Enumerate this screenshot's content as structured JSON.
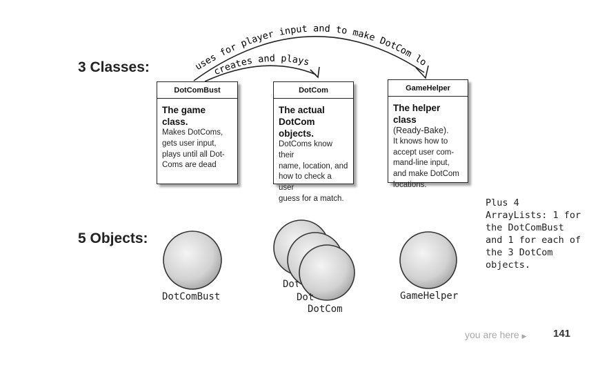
{
  "sections": {
    "classes_label": "3 Classes:",
    "objects_label": "5 Objects:"
  },
  "arrows": {
    "outer_label": "uses for player input and to make DotCom locations",
    "inner_label": "creates and plays with"
  },
  "classes": [
    {
      "title": "DotComBust",
      "headline": "The game class.",
      "lines": [
        "Makes DotComs,",
        "gets  user input,",
        "plays until all Dot-",
        "Coms are dead"
      ]
    },
    {
      "title": "DotCom",
      "headline": "The actual DotCom objects.",
      "headline_lines": [
        "The actual",
        "DotCom objects."
      ],
      "lines": [
        "DotComs know their",
        "name, location, and",
        "how to check a user",
        "guess for a match."
      ]
    },
    {
      "title": "GameHelper",
      "headline": "The helper class",
      "subheadline": "(Ready-Bake).",
      "lines": [
        "It knows how to",
        "accept user com-",
        "mand-line input,",
        "and make DotCom",
        "locations."
      ]
    }
  ],
  "objects": {
    "dotcombust": "DotComBust",
    "dotcom_1": "DotCom",
    "dotcom_2": "DotCom",
    "dotcom_3": "DotCom",
    "gamehelper": "GameHelper"
  },
  "note": "Plus 4 ArrayLists: 1 for the DotComBust and 1 for each of the 3 DotCom objects.",
  "footer": {
    "hint": "you are here",
    "page": "141"
  }
}
